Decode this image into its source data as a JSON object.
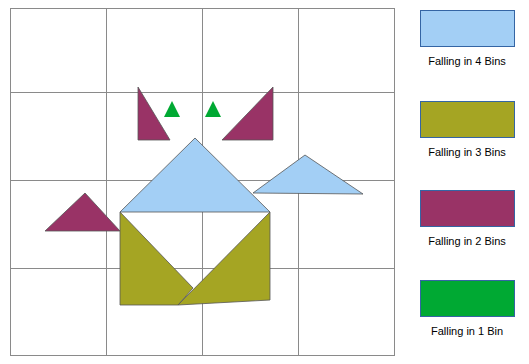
{
  "diagram": {
    "legend": [
      {
        "text": "Falling in 4 Bins",
        "color": "#a3cff5"
      },
      {
        "text": "Falling in 3 Bins",
        "color": "#a5a523"
      },
      {
        "text": "Falling in 2 Bins",
        "color": "#993366"
      },
      {
        "text": "Falling in 1 Bin",
        "color": "#00a933"
      }
    ]
  }
}
